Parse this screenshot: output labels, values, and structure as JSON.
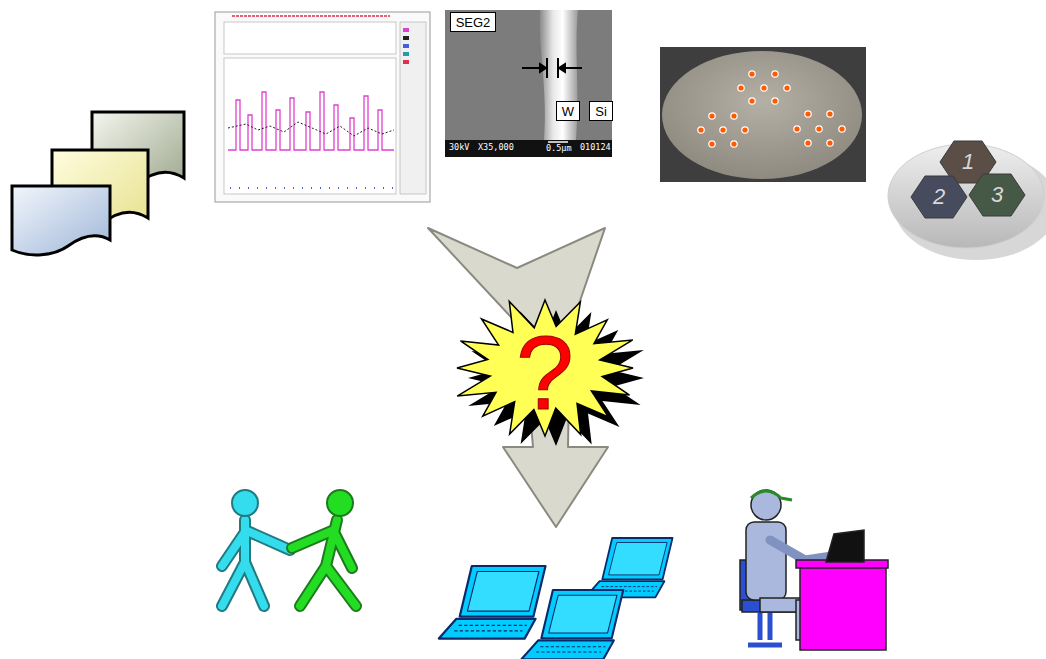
{
  "diagram": {
    "nodes": [
      {
        "text": [
          "SEG2"
        ]
      },
      {
        "text": [
          "W"
        ]
      },
      {
        "text": [
          "Si"
        ]
      },
      {
        "text": [
          "1"
        ]
      },
      {
        "text": [
          "2"
        ]
      },
      {
        "text": [
          "3"
        ]
      },
      {
        "text": [
          "?"
        ]
      }
    ],
    "labels": [
      "30kV",
      "X35,000",
      "0.5µm",
      "010124"
    ]
  }
}
